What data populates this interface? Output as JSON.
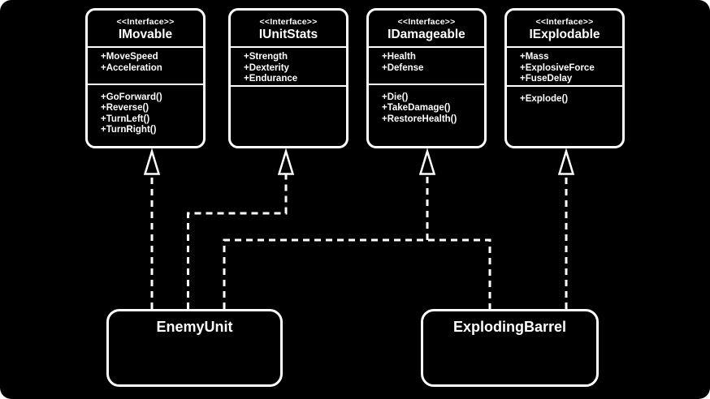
{
  "diagram": {
    "kind": "uml-class-diagram",
    "colors": {
      "canvas_background": "#000000",
      "page_background": "#ffffff",
      "line": "#ffffff",
      "text": "#ffffff",
      "box_fill": "#000000"
    }
  },
  "interfaces": [
    {
      "stereotype": "<<Interface>>",
      "name": "IMovable",
      "attributes": [
        "+MoveSpeed",
        "+Acceleration"
      ],
      "methods": [
        "+GoForward()",
        "+Reverse()",
        "+TurnLeft()",
        "+TurnRight()"
      ]
    },
    {
      "stereotype": "<<Interface>>",
      "name": "IUnitStats",
      "attributes": [
        "+Strength",
        "+Dexterity",
        "+Endurance"
      ],
      "methods": []
    },
    {
      "stereotype": "<<Interface>>",
      "name": "IDamageable",
      "attributes": [
        "+Health",
        "+Defense"
      ],
      "methods": [
        "+Die()",
        "+TakeDamage()",
        "+RestoreHealth()"
      ]
    },
    {
      "stereotype": "<<Interface>>",
      "name": "IExplodable",
      "attributes": [
        "+Mass",
        "+ExplosiveForce",
        "+FuseDelay"
      ],
      "methods": [
        "+Explode()"
      ]
    }
  ],
  "classes": [
    {
      "name": "EnemyUnit",
      "implements": [
        "IMovable",
        "IUnitStats",
        "IDamageable"
      ]
    },
    {
      "name": "ExplodingBarrel",
      "implements": [
        "IDamageable",
        "IExplodable"
      ]
    }
  ],
  "relationships": [
    {
      "from": "EnemyUnit",
      "to": "IMovable",
      "type": "realization"
    },
    {
      "from": "EnemyUnit",
      "to": "IUnitStats",
      "type": "realization"
    },
    {
      "from": "EnemyUnit",
      "to": "IDamageable",
      "type": "realization"
    },
    {
      "from": "ExplodingBarrel",
      "to": "IDamageable",
      "type": "realization"
    },
    {
      "from": "ExplodingBarrel",
      "to": "IExplodable",
      "type": "realization"
    }
  ]
}
